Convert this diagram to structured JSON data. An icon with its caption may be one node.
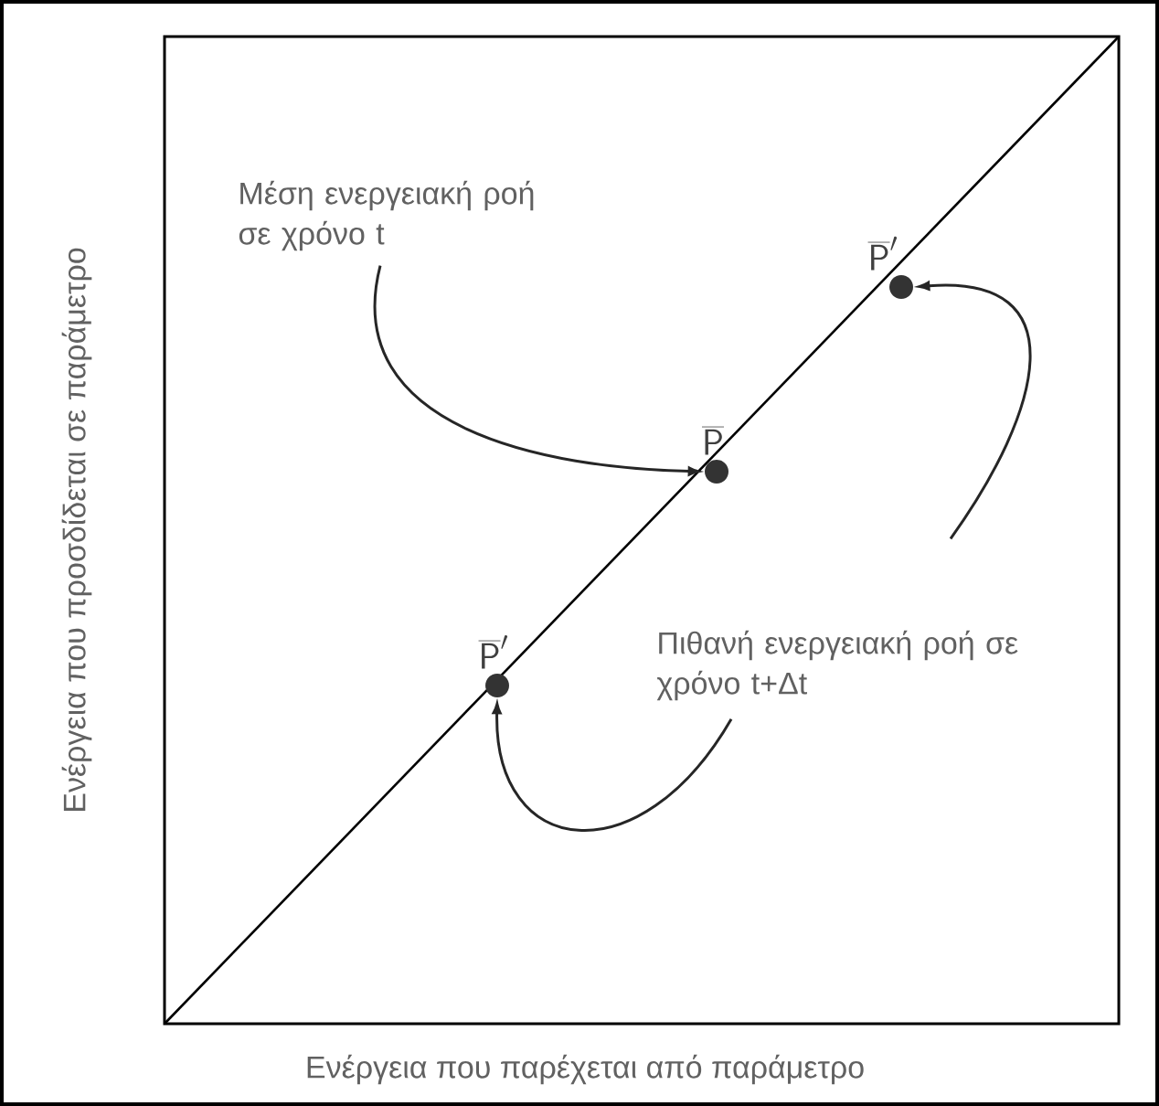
{
  "diagram": {
    "nodes": [
      {
        "text": [
          "Μέση ενεργειακή ροή σε χρόνο t"
        ]
      },
      {
        "text": [
          "\\overline{\\mathsf{P}}'"
        ]
      },
      {
        "text": [
          "\\overline{\\mathsf{P}}"
        ]
      },
      {
        "text": [
          "Πιθανή ενεργειακή ροή σε χρόνο t+Δt"
        ]
      },
      {
        "text": [
          "\\overline{\\mathsf{P}}'"
        ]
      }
    ],
    "edges": [
      {
        "from": 0,
        "to": 2,
        "arrow": "to"
      },
      {
        "from": 3,
        "to": 1,
        "arrow": "to"
      },
      {
        "from": 3,
        "to": 4,
        "arrow": "to"
      }
    ],
    "labels": [
      "Ενέργεια που προσδίδεται σε παράμετρο",
      "Ενέργεια που παρέχεται από παράμετρο"
    ]
  }
}
